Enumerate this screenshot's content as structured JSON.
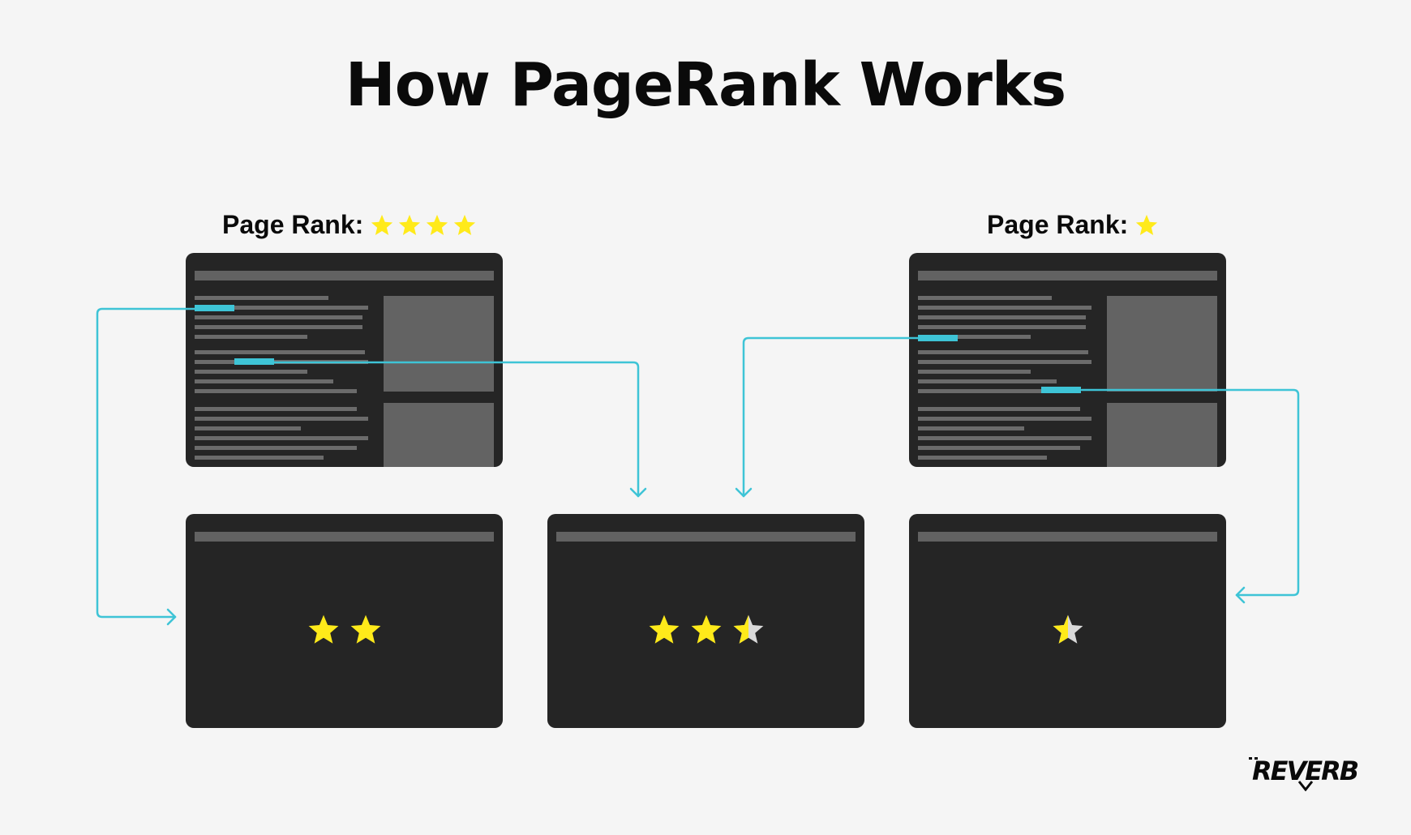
{
  "title": "How PageRank Works",
  "colors": {
    "background": "#f5f5f5",
    "page": "#252525",
    "page_bar": "#626262",
    "text_line": "#6b6b6b",
    "media": "#636363",
    "link": "#3ec4d6",
    "star_filled": "#ffea1a",
    "star_empty": "#d9d9d9"
  },
  "source_pages": [
    {
      "label": "Page Rank:",
      "stars": 4,
      "star_icon": "star-icon"
    },
    {
      "label": "Page Rank:",
      "stars": 1,
      "star_icon": "star-icon"
    }
  ],
  "target_pages": [
    {
      "stars": 2
    },
    {
      "stars": 2.5
    },
    {
      "stars": 0.5
    }
  ],
  "logo": {
    "text": "REVERB",
    "icon": "reverb-logo"
  }
}
